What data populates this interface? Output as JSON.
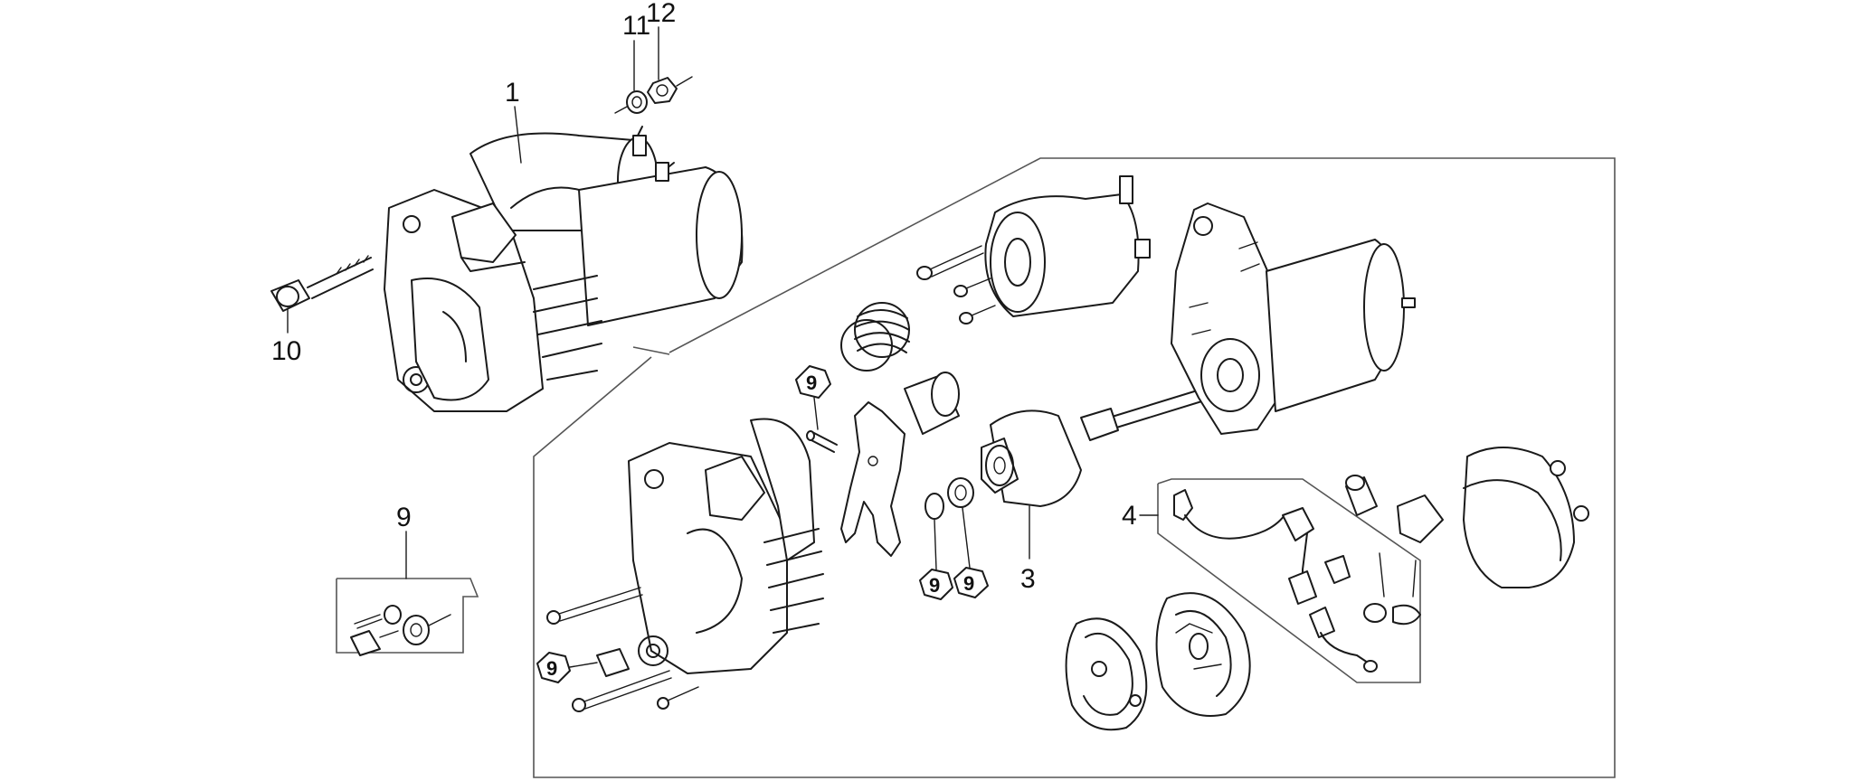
{
  "callouts": [
    {
      "id": "c1",
      "label": "1"
    },
    {
      "id": "c3",
      "label": "3"
    },
    {
      "id": "c4",
      "label": "4"
    },
    {
      "id": "c9a",
      "label": "9"
    },
    {
      "id": "c10",
      "label": "10"
    },
    {
      "id": "c11",
      "label": "11"
    },
    {
      "id": "c12",
      "label": "12"
    },
    {
      "id": "hex1",
      "label": "9"
    },
    {
      "id": "hex2",
      "label": "9"
    },
    {
      "id": "hex3",
      "label": "9"
    },
    {
      "id": "hex4",
      "label": "9"
    }
  ]
}
